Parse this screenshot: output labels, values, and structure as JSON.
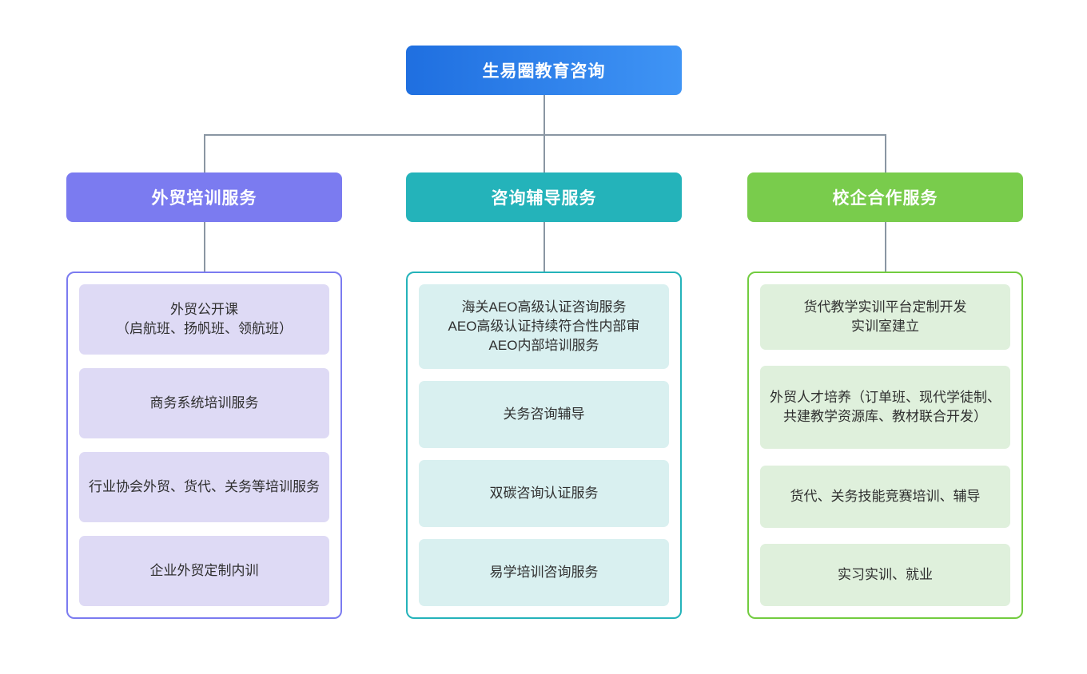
{
  "diagram": {
    "type": "organization-chart",
    "root": {
      "label": "生易圈教育咨询",
      "gradient_from": "#1f6fe0",
      "gradient_to": "#3f94f5",
      "text_color": "#ffffff"
    },
    "connector_color": "#8a96a3",
    "branches": [
      {
        "label": "外贸培训服务",
        "header_color": "#7b7bf0",
        "panel_border_color": "#7b7bf0",
        "card_color": "#dedaf5",
        "text_color": "#2f2f2f",
        "items": [
          "外贸公开课\n（启航班、扬帆班、领航班）",
          "商务系统培训服务",
          "行业协会外贸、货代、关务等培训服务",
          "企业外贸定制内训"
        ]
      },
      {
        "label": "咨询辅导服务",
        "header_color": "#24b3ba",
        "panel_border_color": "#24b3ba",
        "card_color": "#d9f0f0",
        "text_color": "#2f2f2f",
        "items": [
          "海关AEO高级认证咨询服务\nAEO高级认证持续符合性内部审\nAEO内部培训服务",
          "关务咨询辅导",
          "双碳咨询认证服务",
          "易学培训咨询服务"
        ]
      },
      {
        "label": "校企合作服务",
        "header_color": "#79cc4c",
        "panel_border_color": "#72cc3f",
        "card_color": "#dff0dc",
        "text_color": "#2f2f2f",
        "items": [
          "货代教学实训平台定制开发\n实训室建立",
          "外贸人才培养（订单班、现代学徒制、共建教学资源库、教材联合开发）",
          "货代、关务技能竞赛培训、辅导",
          "实习实训、就业"
        ]
      }
    ]
  }
}
